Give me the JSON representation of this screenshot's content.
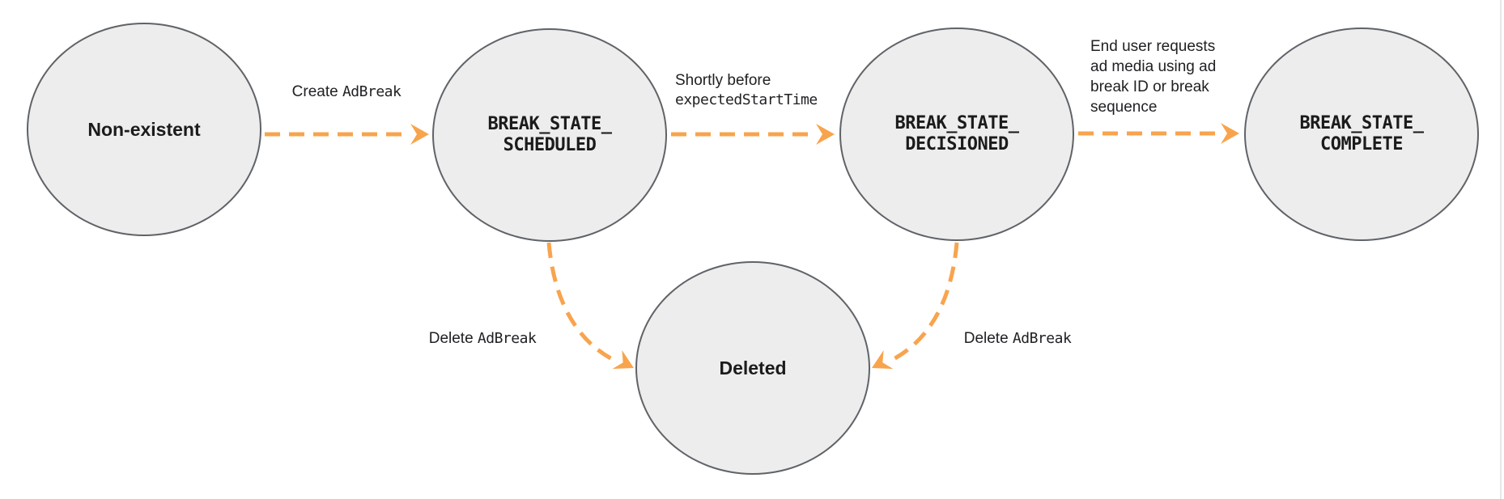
{
  "diagram": {
    "type": "state-machine",
    "colors": {
      "node_fill": "#ededed",
      "node_border": "#5f6368",
      "arrow_orange": "#f8a44d",
      "text": "#202124"
    }
  },
  "nodes": [
    {
      "id": "non-existent",
      "line1": "Non-existent",
      "line2": ""
    },
    {
      "id": "break-state-scheduled",
      "line1": "BREAK_STATE_",
      "line2": "SCHEDULED"
    },
    {
      "id": "break-state-decisioned",
      "line1": "BREAK_STATE_",
      "line2": "DECISIONED"
    },
    {
      "id": "break-state-complete",
      "line1": "BREAK_STATE_",
      "line2": "COMPLETE"
    },
    {
      "id": "deleted",
      "line1": "Deleted",
      "line2": ""
    }
  ],
  "edges": [
    {
      "id": "create",
      "from": "non-existent",
      "to": "break-state-scheduled",
      "label_plain": "Create ",
      "label_code": "AdBreak"
    },
    {
      "id": "decision-time",
      "from": "break-state-scheduled",
      "to": "break-state-decisioned",
      "label_plain": "Shortly before",
      "label_code": "expectedStartTime"
    },
    {
      "id": "complete",
      "from": "break-state-decisioned",
      "to": "break-state-complete",
      "label_plain": "End user requests\nad media using ad\nbreak ID or break\nsequence",
      "label_code": ""
    },
    {
      "id": "delete-from-scheduled",
      "from": "break-state-scheduled",
      "to": "deleted",
      "label_plain": "Delete ",
      "label_code": "AdBreak"
    },
    {
      "id": "delete-from-decisioned",
      "from": "break-state-decisioned",
      "to": "deleted",
      "label_plain": "Delete ",
      "label_code": "AdBreak"
    }
  ]
}
